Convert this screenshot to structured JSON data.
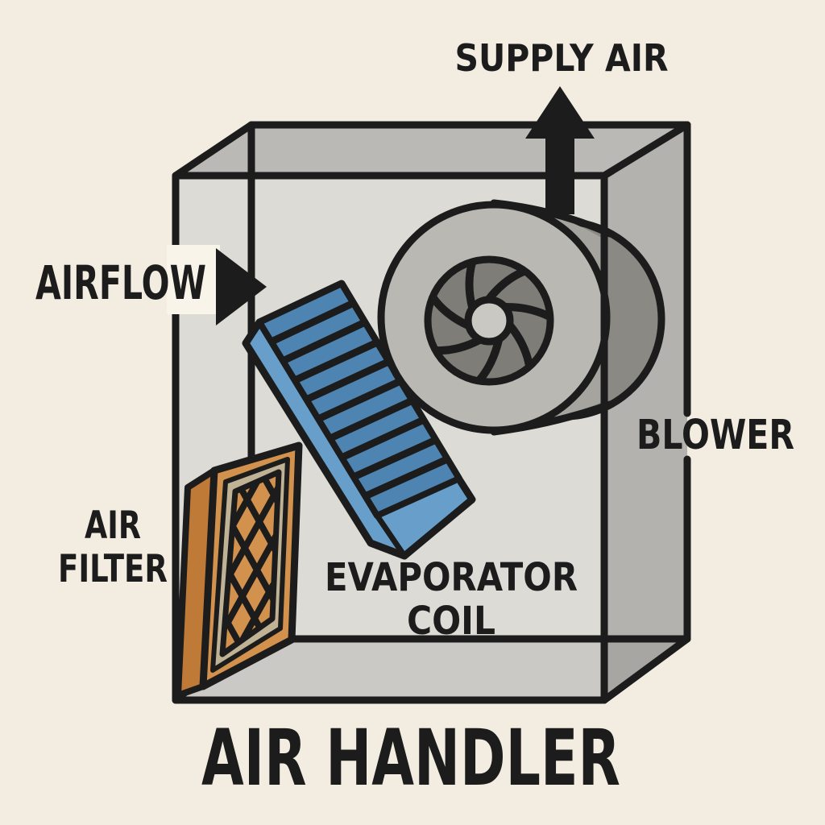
{
  "title": {
    "text": "AIR HANDLER"
  },
  "labels": {
    "supply_air": "SUPPLY AIR",
    "airflow": "AIRFLOW",
    "blower": "BLOWER",
    "evaporator_line1": "EVAPORATOR",
    "evaporator_line2": "COIL",
    "filter_line1": "AIR",
    "filter_line2": "FILTER"
  },
  "colors": {
    "background": "#f2ede0",
    "outline": "#1c1c1c",
    "box_front": "#dcdbd6",
    "box_top": "#bab9b5",
    "box_side": "#b3b2ae",
    "box_floor": "#cac9c5",
    "box_corner": "#a7a6a2",
    "coil_face": "#4d84b1",
    "coil_edge": "#689fca",
    "filter_front": "#d2914d",
    "filter_side": "#c07a38",
    "filter_tan": "#bfb295",
    "blower_disc": "#b9b8b3",
    "blower_inner": "#7e7d78",
    "blower_hub": "#c9c8c3",
    "drum_front": "#a5a49f",
    "drum_back": "#8a8984",
    "arrow_black": "#1c1c1c",
    "label_backing": "#f8f4e9"
  }
}
